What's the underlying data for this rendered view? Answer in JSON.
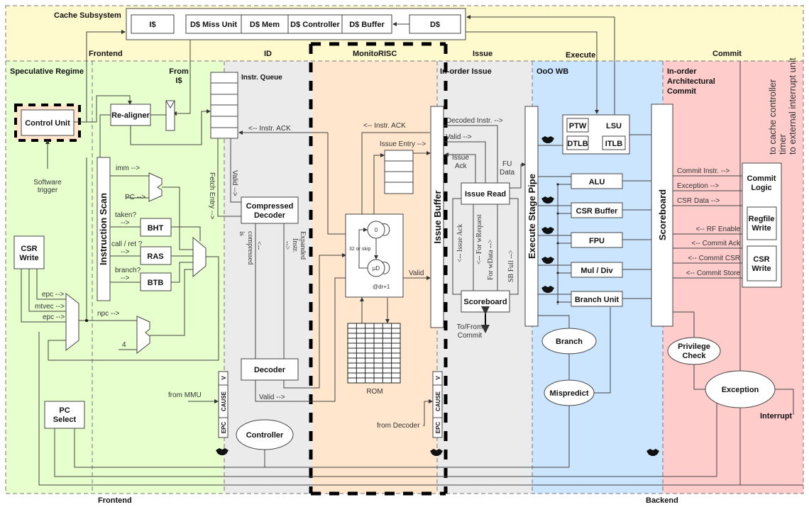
{
  "regions": {
    "cache_subsystem": "Cache Subsystem",
    "frontend_top": "Frontend",
    "id": "ID",
    "monitorisc": "MonitoRISC",
    "issue": "Issue",
    "execute": "Execute",
    "commit": "Commit",
    "speculative_regime": "Speculative Regime",
    "in_order_issue": "In-order Issue",
    "ooo_wb": "OoO WB",
    "in_order_commit": [
      "In-order",
      "Architectural",
      "Commit"
    ],
    "frontend_bottom": "Frontend",
    "backend_bottom": "Backend"
  },
  "cache": {
    "blocks": [
      "I$",
      "D$ Miss Unit",
      "D$ Mem",
      "D$ Controller",
      "D$ Buffer",
      "D$"
    ]
  },
  "frontend": {
    "control_unit": "Control Unit",
    "software_trigger": [
      "Software",
      "trigger"
    ],
    "re_aligner": "Re-aligner",
    "from_icache": [
      "From",
      "I$"
    ],
    "instruction_scan": "Instruction Scan",
    "imm": "imm -->",
    "pc": "PC -->",
    "taken": [
      "taken?",
      "-->"
    ],
    "call_ret": [
      "call / ret ?",
      "-->"
    ],
    "branch_q": [
      "branch?",
      "-->"
    ],
    "bht": "BHT",
    "ras": "RAS",
    "btb": "BTB",
    "csr_write": [
      "CSR",
      "Write"
    ],
    "epc1": "epc -->",
    "mtvec": "mtvec -->",
    "epc2": "epc -->",
    "npc": "npc -->",
    "four": "4",
    "pc_select": [
      "PC",
      "Select"
    ],
    "from_mmu": "from MMU",
    "fetch_entry": "Fetch Entry -->"
  },
  "id_stage": {
    "instr_queue": "Instr. Queue",
    "instr_ack": "<-- Instr. ACK",
    "valid_down": "Valid -->",
    "compressed_decoder": [
      "Compressed",
      "Decoder"
    ],
    "is_compressed": [
      "is",
      "compressed",
      "<--"
    ],
    "expanded_instr": [
      "Expanded",
      "Instr.",
      "-->"
    ],
    "decoder": "Decoder",
    "valid": "Valid -->",
    "controller": "Controller"
  },
  "exception_regs": {
    "fields": [
      "V",
      "CAUSE",
      "EPC"
    ]
  },
  "monitorisc": {
    "instr_ack": "<-- Instr. ACK",
    "issue_entry": "Issue Entry -->",
    "state0": "0",
    "state_ud": "µD",
    "loop_label": "32 or skip",
    "addr_label": "@dr+1",
    "valid": "Valid",
    "rom": "ROM",
    "from_decoder": "from Decoder"
  },
  "issue": {
    "issue_buffer": "Issue Buffer",
    "decoded_instr": "Decoded Instr. -->",
    "valid": "Valid -->",
    "issue_ack": [
      "Issue",
      "Ack"
    ],
    "fu_data": [
      "FU",
      "Data"
    ],
    "issue_read": "Issue Read",
    "issue_ack_v": "<-- Issue Ack",
    "for_wrequest": "<-- For wRequest",
    "for_wdata": "For wData -->",
    "sb_full": "SB Full -->",
    "scoreboard": "Scoreboard",
    "to_from_commit": [
      "To/From",
      "Commit"
    ]
  },
  "execute": {
    "execute_stage_pipe": "Execute Stage Pipe",
    "ptw": "PTW",
    "lsu": "LSU",
    "dtlb": "DTLB",
    "itlb": "ITLB",
    "units": [
      "ALU",
      "CSR Buffer",
      "FPU",
      "Mul / Div",
      "Branch Unit"
    ],
    "branch": "Branch",
    "mispredict": "Mispredict"
  },
  "commit": {
    "scoreboard": "Scoreboard",
    "commit_instr": "Commit Instr. -->",
    "exception": "Exception -->",
    "csr_data": "CSR Data -->",
    "rf_enable": "<-- RF Enable",
    "commit_ack": "<-- Commit Ack",
    "commit_csr": "<-- Commit CSR",
    "commit_store": "<-- Commit Store",
    "commit_logic": [
      "Commit",
      "Logic"
    ],
    "regfile_write": [
      "Regfile",
      "Write"
    ],
    "csr_write": [
      "CSR",
      "Write"
    ],
    "privilege_check": [
      "Privilege",
      "Check"
    ],
    "exception_node": "Exception",
    "interrupt": "Interrupt",
    "to_cache_controller": "to cache controller",
    "timer": "timer",
    "to_external_interrupt": "to external interrupt unit"
  },
  "colors": {
    "cache_bg": "#fffacd",
    "speculative_bg": "#e6ffcc",
    "id_bg": "#ebebeb",
    "monitorisc_bg": "#ffe6cc",
    "ooo_bg": "#cce5ff",
    "commit_bg": "#ffcccc"
  }
}
